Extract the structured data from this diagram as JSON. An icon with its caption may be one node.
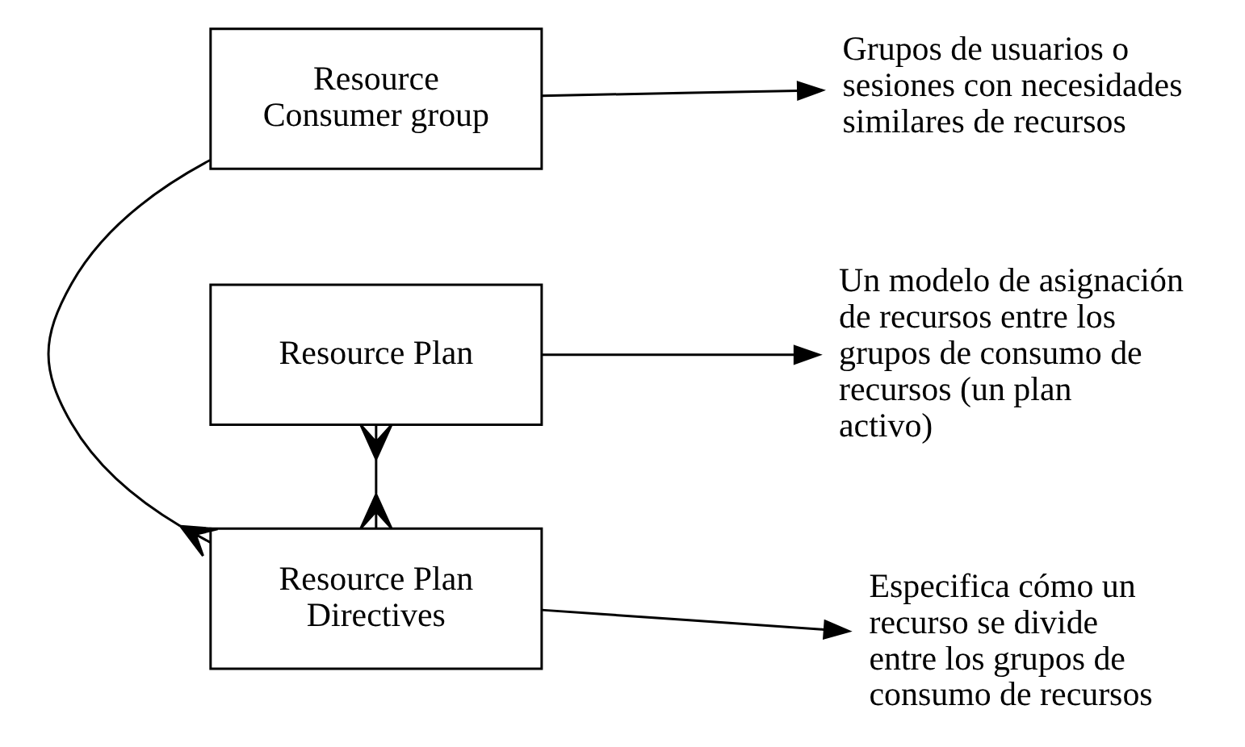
{
  "diagram": {
    "nodes": [
      {
        "text": [
          "Resource Consumer group"
        ]
      },
      {
        "text": [
          "Grupos de usuarios o sesiones con necesidades similares de recursos"
        ]
      },
      {
        "text": [
          "Resource Plan"
        ]
      },
      {
        "text": [
          "Un modelo de asignación de recursos entre los grupos de consumo de recursos (un plan activo)"
        ]
      },
      {
        "text": [
          "Resource Plan Directives"
        ]
      },
      {
        "text": [
          "Especifica cómo un recurso se divide entre los grupos de consumo de recursos"
        ]
      }
    ],
    "edges": [
      {
        "from": 0,
        "to": 1,
        "arrow": "to"
      },
      {
        "from": 2,
        "to": 3,
        "arrow": "to"
      },
      {
        "from": 4,
        "to": 5,
        "arrow": "to"
      },
      {
        "from": 0,
        "to": 4,
        "arrow": "other"
      },
      {
        "from": 2,
        "to": 4,
        "arrow": "other"
      }
    ]
  }
}
